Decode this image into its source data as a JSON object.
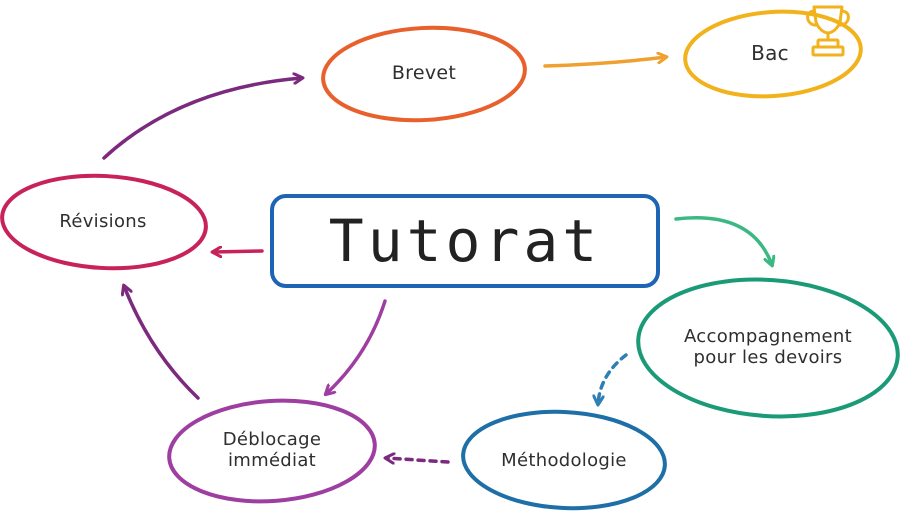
{
  "title": "Tutorat",
  "nodes": {
    "brevet": {
      "label": "Brevet"
    },
    "bac": {
      "label": "Bac"
    },
    "revisions": {
      "label": "Révisions"
    },
    "accompagnement": {
      "line1": "Accompagnement",
      "line2": "pour les devoirs"
    },
    "deblocage": {
      "line1": "Déblocage",
      "line2": "immédiat"
    },
    "methodologie": {
      "label": "Méthodologie"
    }
  },
  "colors": {
    "title_box": "#1e64b4",
    "brevet": "#e8602c",
    "bac": "#f2b21c",
    "revisions": "#c8225a",
    "accompagnement": "#1b9a78",
    "deblocage": "#9d3ea0",
    "methodologie": "#1e6fa8",
    "arrow_purple": "#7b2a7e",
    "arrow_orange": "#f0a030",
    "arrow_crimson": "#c8225a",
    "arrow_green": "#3cb884",
    "arrow_blue": "#2e7fb5"
  },
  "icons": {
    "bac": "trophy-icon"
  }
}
